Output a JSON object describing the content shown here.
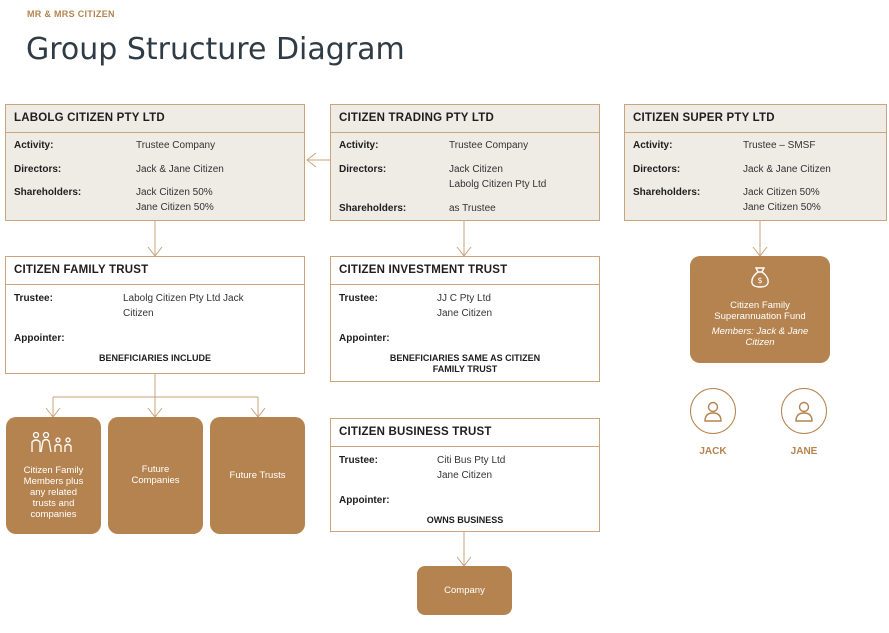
{
  "header": {
    "kicker": "MR & MRS CITIZEN",
    "title": "Group Structure Diagram"
  },
  "labolg": {
    "title": "LABOLG CITIZEN PTY LTD",
    "activity_label": "Activity:",
    "activity": "Trustee Company",
    "directors_label": "Directors:",
    "directors": "Jack & Jane Citizen",
    "shareholders_label": "Shareholders:",
    "shareholders": "Jack Citizen 50%\nJane Citizen 50%"
  },
  "trading": {
    "title": "CITIZEN TRADING PTY LTD",
    "activity_label": "Activity:",
    "activity": "Trustee Company",
    "directors_label": "Directors:",
    "directors": "Jack Citizen\nLabolg Citizen Pty Ltd",
    "shareholders_label": "Shareholders:",
    "shareholders": "as Trustee"
  },
  "super": {
    "title": "CITIZEN SUPER PTY LTD",
    "activity_label": "Activity:",
    "activity": "Trustee – SMSF",
    "directors_label": "Directors:",
    "directors": "Jack & Jane Citizen",
    "shareholders_label": "Shareholders:",
    "shareholders": "Jack Citizen 50%\nJane Citizen 50%"
  },
  "family_trust": {
    "title": "CITIZEN FAMILY TRUST",
    "trustee_label": "Trustee:",
    "trustee": "Labolg Citizen Pty Ltd Jack\nCitizen",
    "appointer_label": "Appointer:",
    "note": "BENEFICIARIES INCLUDE"
  },
  "investment_trust": {
    "title": "CITIZEN INVESTMENT TRUST",
    "trustee_label": "Trustee:",
    "trustee": "JJ C Pty Ltd\nJane Citizen",
    "appointer_label": "Appointer:",
    "note": "BENEFICIARIES SAME AS CITIZEN\nFAMILY TRUST"
  },
  "business_trust": {
    "title": "CITIZEN BUSINESS TRUST",
    "trustee_label": "Trustee:",
    "trustee": "Citi Bus Pty Ltd\nJane Citizen",
    "appointer_label": "Appointer:",
    "note": "OWNS BUSINESS"
  },
  "tiles": {
    "members": "Citizen Family\nMembers plus\nany related\ntrusts and\ncompanies",
    "future_companies": "Future\nCompanies",
    "future_trusts": "Future Trusts",
    "company": "Company"
  },
  "fund": {
    "name": "Citizen Family\nSuperannuation Fund",
    "members": "Members: Jack & Jane\nCitizen"
  },
  "people": {
    "jack": "JACK",
    "jane": "JANE"
  },
  "colors": {
    "accent": "#b5834f",
    "header_fill": "#efebe5",
    "border": "#c8a57f",
    "title": "#2f3b45"
  },
  "icons": {
    "members_icon": "family-icon",
    "fund_icon": "money-bag-icon",
    "person_icon": "person-icon"
  }
}
